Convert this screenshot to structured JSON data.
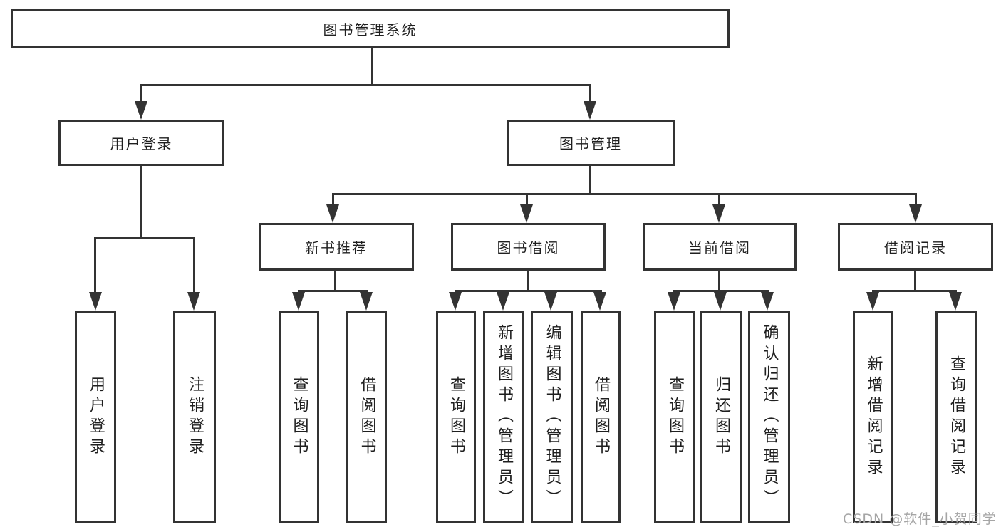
{
  "colors": {
    "line": "#333333",
    "text": "#1f1f1f",
    "background": "#ffffff",
    "watermark": "#a5a5a5"
  },
  "watermark": {
    "text": "CSDN @软件_小贺同学"
  },
  "tree": {
    "root": {
      "label": "图书管理系统",
      "children": [
        {
          "label": "用户登录",
          "children": [
            {
              "label": "用户登录"
            },
            {
              "label": "注销登录"
            }
          ]
        },
        {
          "label": "图书管理",
          "children": [
            {
              "label": "新书推荐",
              "children": [
                {
                  "label": "查询图书"
                },
                {
                  "label": "借阅图书"
                }
              ]
            },
            {
              "label": "图书借阅",
              "children": [
                {
                  "label": "查询图书"
                },
                {
                  "label": "新增图书（管理员）"
                },
                {
                  "label": "编辑图书（管理员）"
                },
                {
                  "label": "借阅图书"
                }
              ]
            },
            {
              "label": "当前借阅",
              "children": [
                {
                  "label": "查询图书"
                },
                {
                  "label": "归还图书"
                },
                {
                  "label": "确认归还（管理员）"
                }
              ]
            },
            {
              "label": "借阅记录",
              "children": [
                {
                  "label": "新增借阅记录"
                },
                {
                  "label": "查询借阅记录"
                }
              ]
            }
          ]
        }
      ]
    }
  }
}
